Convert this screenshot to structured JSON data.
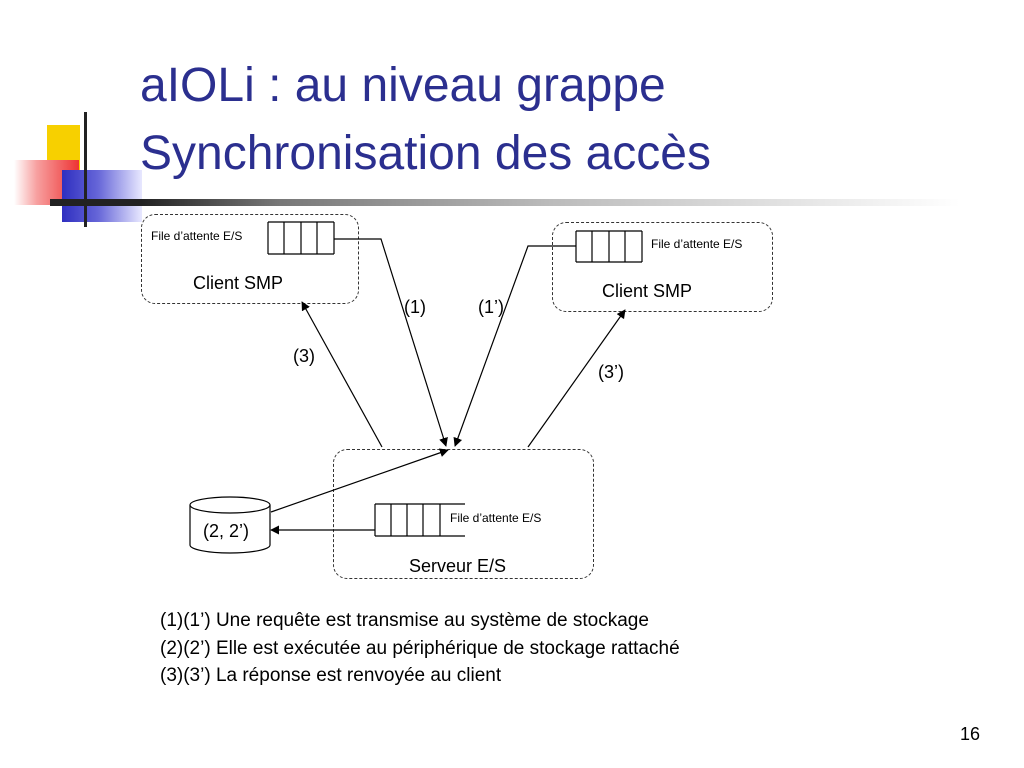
{
  "title": {
    "line1": "aIOLi : au niveau grappe",
    "line2": "Synchronisation des accès"
  },
  "colors": {
    "title": "#2b2f8f",
    "logo_yellow": "#f7d000",
    "logo_red": "#ee3333",
    "logo_blue": "#2f2fc0"
  },
  "diagram": {
    "client_left": {
      "label": "Client SMP",
      "queue_label": "File d’attente E/S"
    },
    "client_right": {
      "label": "Client SMP",
      "queue_label": "File d’attente E/S"
    },
    "server": {
      "label": "Serveur E/S",
      "queue_label": "File d’attente E/S"
    },
    "storage": {
      "label": "(2, 2’)"
    },
    "arrows": {
      "a1": "(1)",
      "a1p": "(1’)",
      "a3": "(3)",
      "a3p": "(3’)"
    }
  },
  "legend": [
    "(1)(1’) Une requête est transmise au système de stockage",
    "(2)(2’) Elle est exécutée au périphérique de stockage rattaché",
    "(3)(3’) La réponse est renvoyée au client"
  ],
  "page_number": "16"
}
